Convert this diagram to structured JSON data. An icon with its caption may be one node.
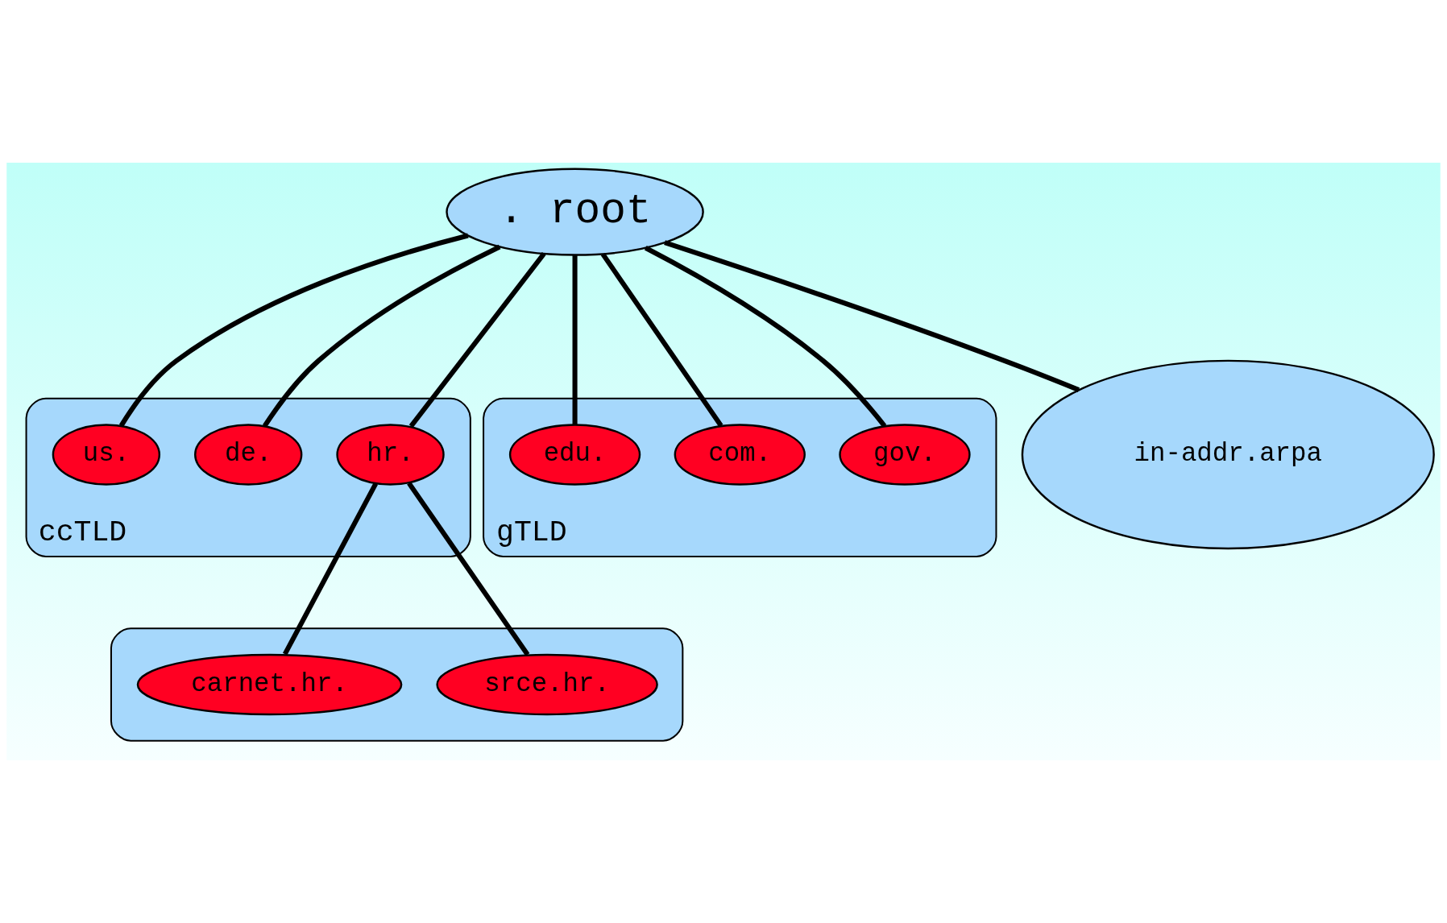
{
  "diagram": {
    "nodes": [
      {
        "text": [
          ". root"
        ]
      },
      {
        "text": [
          "ccTLD"
        ]
      },
      {
        "text": [
          "hr."
        ],
        "in": 1
      },
      {
        "text": [
          "de."
        ],
        "in": 1
      },
      {
        "text": [
          "us."
        ],
        "in": 1
      },
      {
        "text": [
          "gTLD"
        ]
      },
      {
        "text": [
          "gov."
        ],
        "in": 5
      },
      {
        "text": [
          "com."
        ],
        "in": 5
      },
      {
        "text": [
          "edu."
        ],
        "in": 5
      },
      {
        "text": [
          "in-addr.arpa"
        ]
      },
      {
        "text": [],
        "shape": "ellipse"
      },
      {
        "text": [
          "srce.hr."
        ],
        "in": 10
      },
      {
        "text": [
          "carnet.hr."
        ],
        "in": 10
      }
    ],
    "edges": [
      {
        "from": 0,
        "to": 2,
        "arrow": "none"
      },
      {
        "from": 0,
        "to": 3,
        "arrow": "none"
      },
      {
        "from": 0,
        "to": 4,
        "arrow": "none"
      },
      {
        "from": 0,
        "to": 7,
        "arrow": "none"
      },
      {
        "from": 0,
        "to": 8,
        "arrow": "none"
      },
      {
        "from": 0,
        "to": 6,
        "arrow": "none"
      },
      {
        "from": 0,
        "to": 9,
        "arrow": "none"
      },
      {
        "from": 2,
        "to": 11,
        "arrow": "none"
      },
      {
        "from": 2,
        "to": 12,
        "arrow": "none"
      }
    ]
  }
}
